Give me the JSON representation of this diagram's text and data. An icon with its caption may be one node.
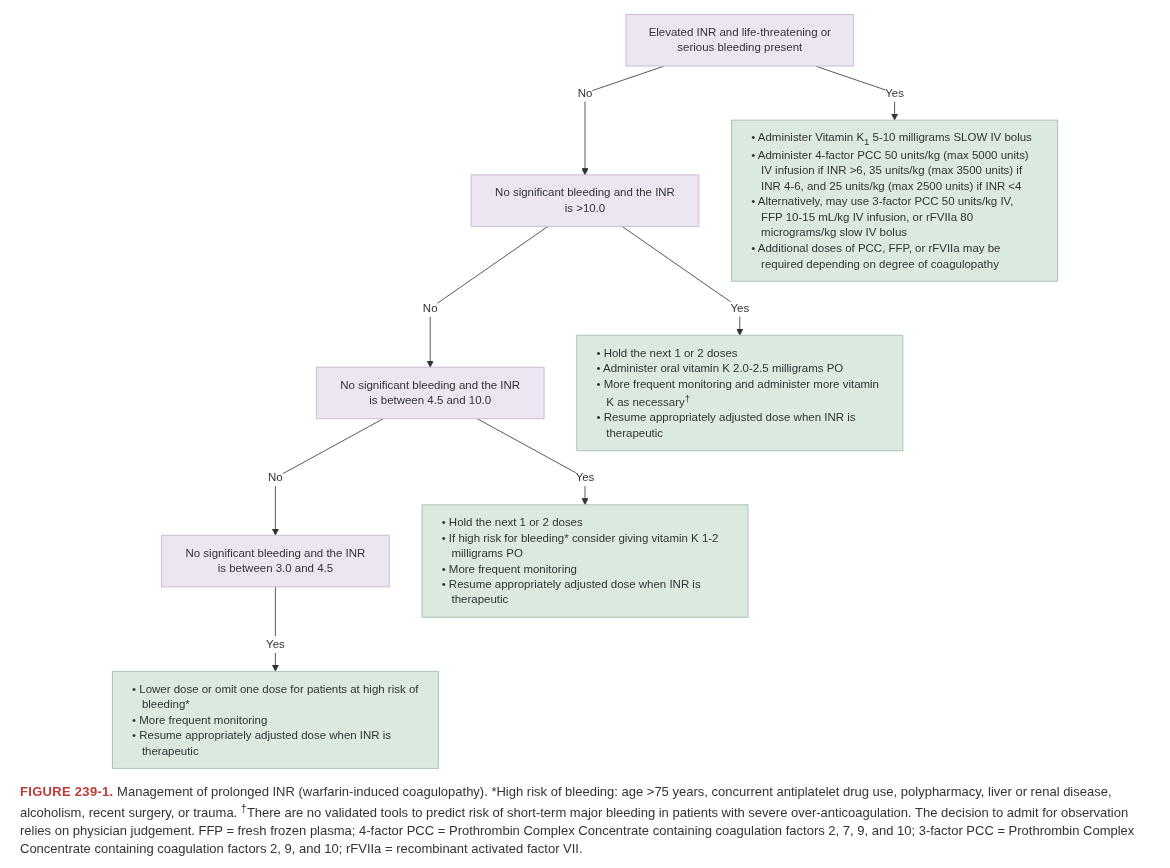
{
  "diagram": {
    "caption": "**FIGURE 239-1.** Management of prolonged INR (warfarin-induced coagulopathy). *High risk of bleeding: age >75 years, concurrent antiplatelet drug use, polypharmacy, liver or renal disease, alcoholism, recent surgery, or trauma. $^{†}$There are no validated tools to predict risk of short-term major bleeding in patients with severe over-anticoagulation. The decision to admit for observation relies on physician judgement. FFP = fresh frozen plasma; 4-factor PCC = Prothrombin Complex Concentrate containing coagulation factors 2, 7, 9, and 10; 3-factor PCC = Prothrombin Complex Concentrate containing coagulation factors 2, 9, and 10; rFVIIa = recombinant activated factor VII.",
    "nodes": [
      {
        "text": [
          "Elevated INR and life-threatening or serious bleeding present"
        ]
      },
      {
        "text": [
          "• Administer Vitamin K$_{1}$ 5-10 milligrams SLOW IV bolus",
          "• Administer 4-factor PCC 50 units/kg (max 5000 units) IV infusion if INR >6, 35 units/kg (max 3500 units) if INR 4-6, and 25 units/kg (max 2500 units) if INR <4",
          "• Alternatively, may use 3-factor PCC 50 units/kg IV, FFP 10-15 mL/kg IV infusion, or rFVIIa 80 micrograms/kg slow IV bolus",
          "• Additional doses of PCC, FFP, or rFVIIa may be required depending on degree of coagulopathy"
        ]
      },
      {
        "text": [
          "No significant bleeding and the INR is >10.0"
        ]
      },
      {
        "text": [
          "• Hold the next 1 or 2 doses",
          "• Administer oral vitamin K 2.0-2.5 milligrams PO",
          "• More frequent monitoring and administer more vitamin K as necessary$^{†}$",
          "• Resume appropriately adjusted dose when INR is therapeutic"
        ]
      },
      {
        "text": [
          "No significant bleeding and the INR is between 4.5 and 10.0"
        ]
      },
      {
        "text": [
          "• Hold the next 1 or 2 doses",
          "• If high risk for bleeding* consider giving vitamin K 1-2 milligrams PO",
          "• More frequent monitoring",
          "• Resume appropriately adjusted dose when INR is therapeutic"
        ]
      },
      {
        "text": [
          "No significant bleeding and the INR is between 3.0 and 4.5"
        ]
      },
      {
        "text": [
          "• Lower dose or omit one dose for patients at high risk of bleeding*",
          "• More frequent monitoring",
          "• Resume appropriately adjusted dose when INR is therapeutic"
        ]
      }
    ],
    "edges": [
      {
        "from": 0,
        "to": 1,
        "arrow": "to",
        "label": "Yes"
      },
      {
        "from": 0,
        "to": 2,
        "arrow": "to",
        "label": "No"
      },
      {
        "from": 2,
        "to": 3,
        "arrow": "to",
        "label": "Yes"
      },
      {
        "from": 2,
        "to": 4,
        "arrow": "to",
        "label": "No"
      },
      {
        "from": 4,
        "to": 5,
        "arrow": "to",
        "label": "Yes"
      },
      {
        "from": 4,
        "to": 6,
        "arrow": "to",
        "label": "No"
      },
      {
        "from": 6,
        "to": 7,
        "arrow": "to",
        "label": "Yes"
      }
    ]
  }
}
